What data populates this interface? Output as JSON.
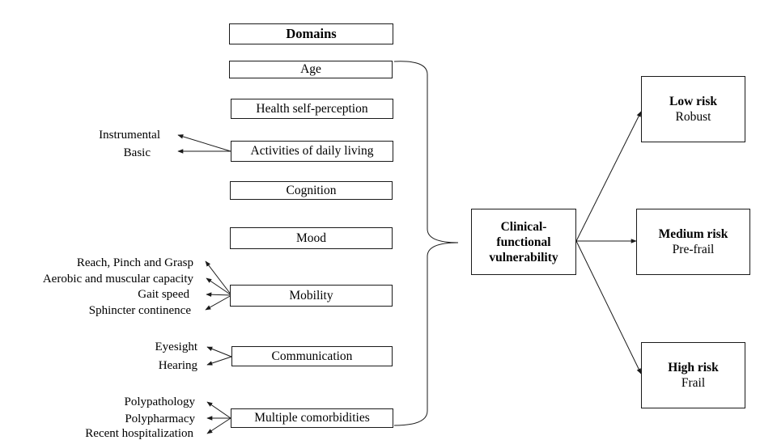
{
  "header": "Domains",
  "domains": [
    "Age",
    "Health self-perception",
    "Activities of daily living",
    "Cognition",
    "Mood",
    "Mobility",
    "Communication",
    "Multiple comorbidities"
  ],
  "sub_items": {
    "activities": [
      "Instrumental",
      "Basic"
    ],
    "mobility": [
      "Reach, Pinch and Grasp",
      "Aerobic and muscular capacity",
      "Gait speed",
      "Sphincter continence"
    ],
    "communication": [
      "Eyesight",
      "Hearing"
    ],
    "comorbidities": [
      "Polypathology",
      "Polypharmacy",
      "Recent hospitalization"
    ]
  },
  "center": {
    "line1": "Clinical-",
    "line2": "functional",
    "line3": "vulnerability"
  },
  "outcomes": [
    {
      "risk": "Low risk",
      "label": "Robust"
    },
    {
      "risk": "Medium risk",
      "label": "Pre-frail"
    },
    {
      "risk": "High risk",
      "label": "Frail"
    }
  ],
  "colors": {
    "stroke": "#1a1a1a",
    "background": "#ffffff",
    "text": "#000000"
  }
}
